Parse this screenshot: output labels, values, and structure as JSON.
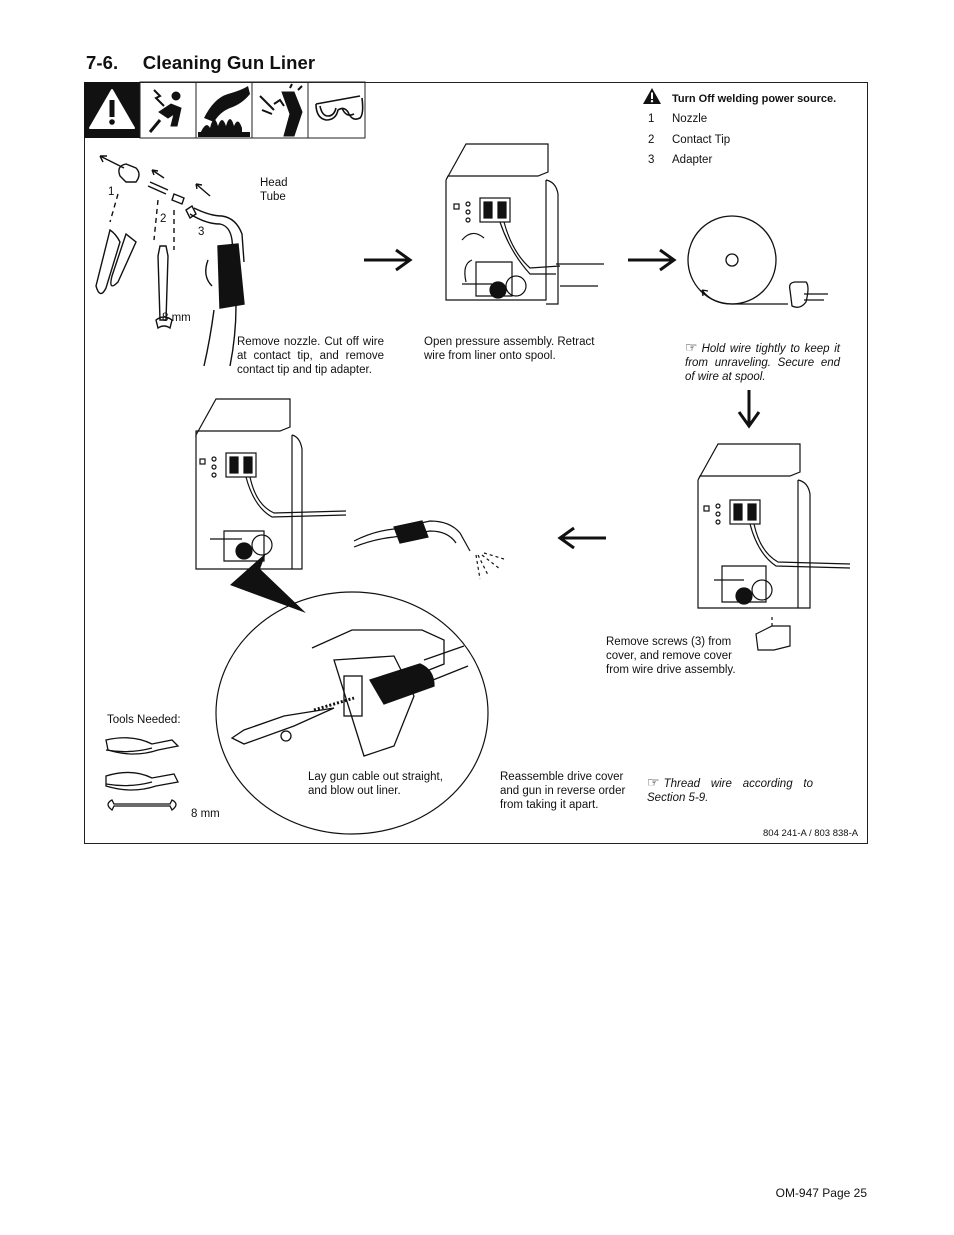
{
  "section": {
    "number": "7-6.",
    "title": "Cleaning Gun Liner"
  },
  "warning": {
    "heading": "Turn Off welding power source."
  },
  "parts": [
    {
      "num": "1",
      "label": "Nozzle"
    },
    {
      "num": "2",
      "label": "Contact Tip"
    },
    {
      "num": "3",
      "label": "Adapter"
    }
  ],
  "callouts": {
    "c1": "1",
    "c2": "2",
    "c3": "3",
    "head_tube": "Head\nTube",
    "wrench_size": "8 mm"
  },
  "steps": {
    "step1": "Remove nozzle. Cut off wire at contact tip, and remove contact tip and tip adapter.",
    "step2": "Open pressure assembly. Retract wire from liner onto spool.",
    "note_spool": "Hold wire tightly to keep it from unraveling. Secure end of wire at spool.",
    "step_screws": "Remove screws (3) from cover, and remove cover from wire drive assembly.",
    "step_blow": "Lay gun cable out straight, and blow out liner.",
    "step_reassemble": "Reassemble drive cover and gun in reverse order from taking it apart.",
    "note_thread": "Thread wire according to Section 5-9."
  },
  "tools": {
    "heading": "Tools Needed:",
    "wrench_size": "8 mm"
  },
  "figure_id": "804 241-A / 803 838-A",
  "footer": "OM-947 Page 25",
  "icons": [
    "warning-triangle-icon",
    "electric-shock-icon",
    "hot-parts-icon",
    "arc-rays-icon",
    "safety-glasses-icon",
    "note-hand-icon"
  ]
}
